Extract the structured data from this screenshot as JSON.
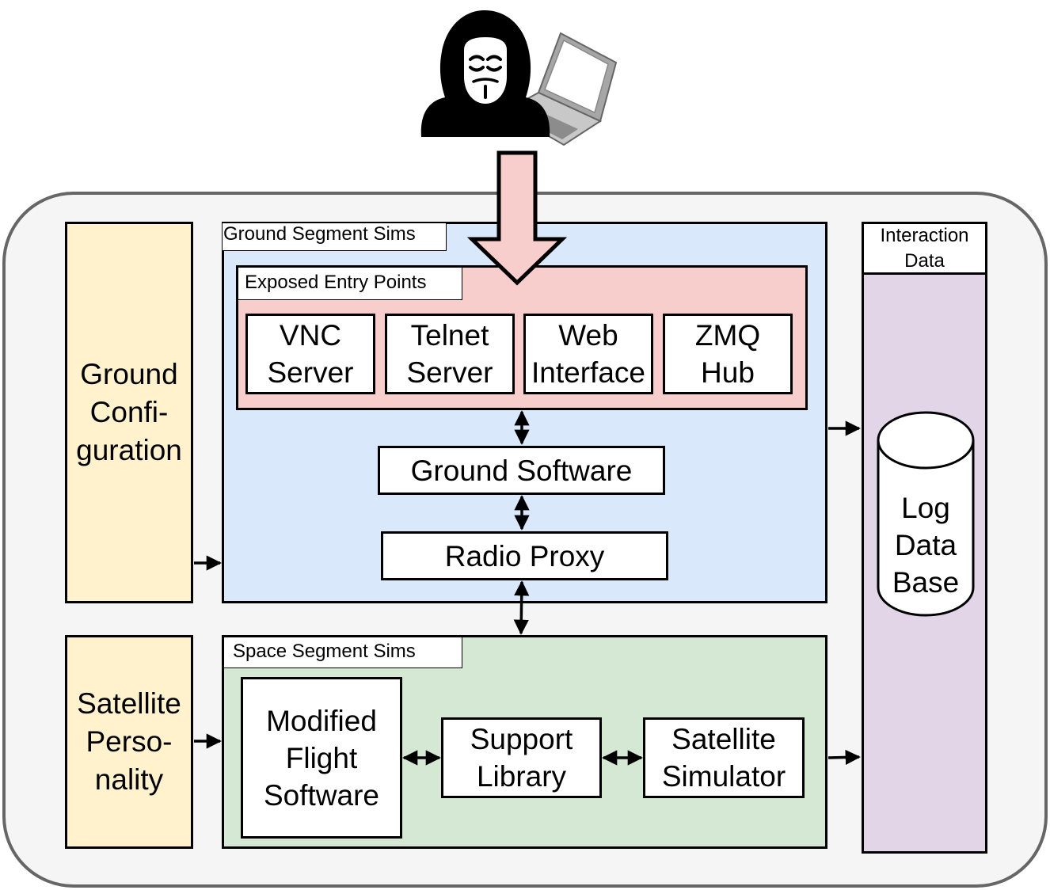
{
  "nodes": {
    "ground_config": "Ground\nConfi-\nguration",
    "satellite_personality": "Satellite\nPerso-\nnality",
    "ground_segment_sims": "Ground Segment Sims",
    "exposed_entry_points": "Exposed Entry Points",
    "vnc_server": "VNC\nServer",
    "telnet_server": "Telnet\nServer",
    "web_interface": "Web\nInterface",
    "zmq_hub": "ZMQ\nHub",
    "ground_software": "Ground Software",
    "radio_proxy": "Radio Proxy",
    "space_segment_sims": "Space Segment Sims",
    "modified_flight_software": "Modified\nFlight\nSoftware",
    "support_library": "Support\nLibrary",
    "satellite_simulator": "Satellite\nSimulator",
    "interaction_data": "Interaction\nData",
    "log_data_base": "Log\nData\nBase"
  },
  "icons": {
    "attacker": "hooded-hacker-icon",
    "laptop": "laptop-icon",
    "database": "database-cylinder-icon"
  },
  "colors": {
    "outer_container": "#f5f5f5",
    "config_boxes": "#fff2cc",
    "ground_segment": "#dae8fc",
    "entry_points": "#f8cecc",
    "space_segment": "#d5e8d4",
    "interaction_data": "#e1d5e7",
    "attack_arrow": "#f8cecc"
  }
}
